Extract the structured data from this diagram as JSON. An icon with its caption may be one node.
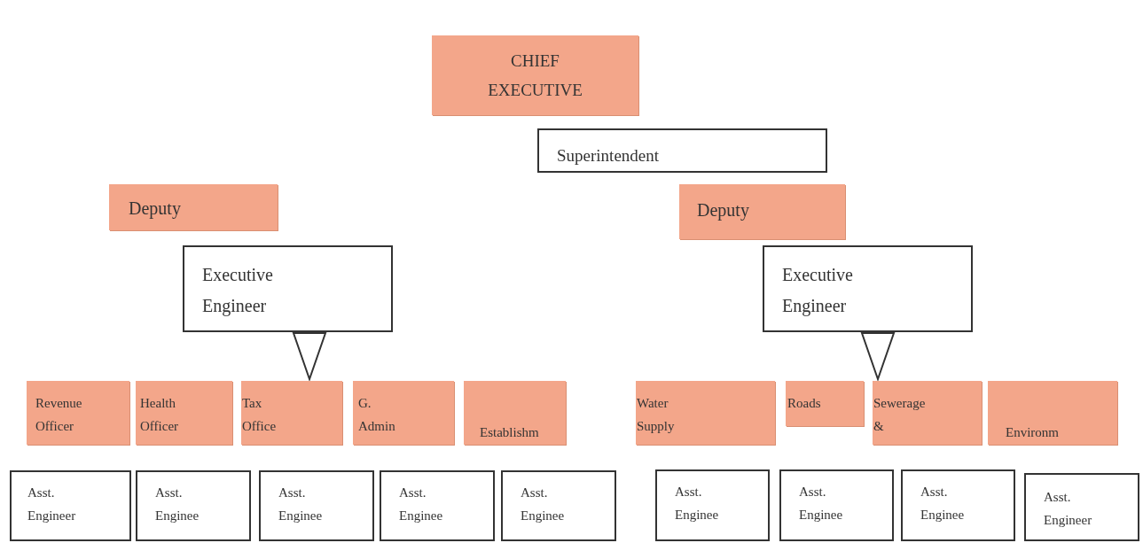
{
  "diagram": {
    "nodes": [
      {
        "text": [
          "CHIEF EXECUTIVE"
        ]
      },
      {
        "text": [
          "Superintendent"
        ]
      },
      {
        "text": [
          "Deputy"
        ]
      },
      {
        "text": [
          "Executive Engineer"
        ]
      },
      {
        "text": [
          "Deputy"
        ]
      },
      {
        "text": [
          "Executive Engineer"
        ]
      },
      {
        "text": [
          "Revenue Officer"
        ]
      },
      {
        "text": [
          "Health Officer"
        ]
      },
      {
        "text": [
          "Tax Office"
        ]
      },
      {
        "text": [
          "G. Admin"
        ]
      },
      {
        "text": [
          "Establishm"
        ]
      },
      {
        "text": [
          "Water Supply"
        ]
      },
      {
        "text": [
          "Roads"
        ]
      },
      {
        "text": [
          "Sewerage &"
        ]
      },
      {
        "text": [
          "Environm"
        ]
      },
      {
        "text": [
          "Asst. Engineer"
        ]
      },
      {
        "text": [
          "Asst. Enginee"
        ]
      },
      {
        "text": [
          "Asst. Enginee"
        ]
      },
      {
        "text": [
          "Asst. Enginee"
        ]
      },
      {
        "text": [
          "Asst. Enginee"
        ]
      },
      {
        "text": [
          "Asst. Enginee"
        ]
      },
      {
        "text": [
          "Asst. Enginee"
        ]
      },
      {
        "text": [
          "Asst. Enginee"
        ]
      },
      {
        "text": [
          "Asst. Engineer"
        ]
      }
    ],
    "edges": [
      {
        "from": 3,
        "to": 8,
        "arrow": "to"
      },
      {
        "from": 5,
        "to": 13,
        "arrow": "to"
      }
    ]
  }
}
